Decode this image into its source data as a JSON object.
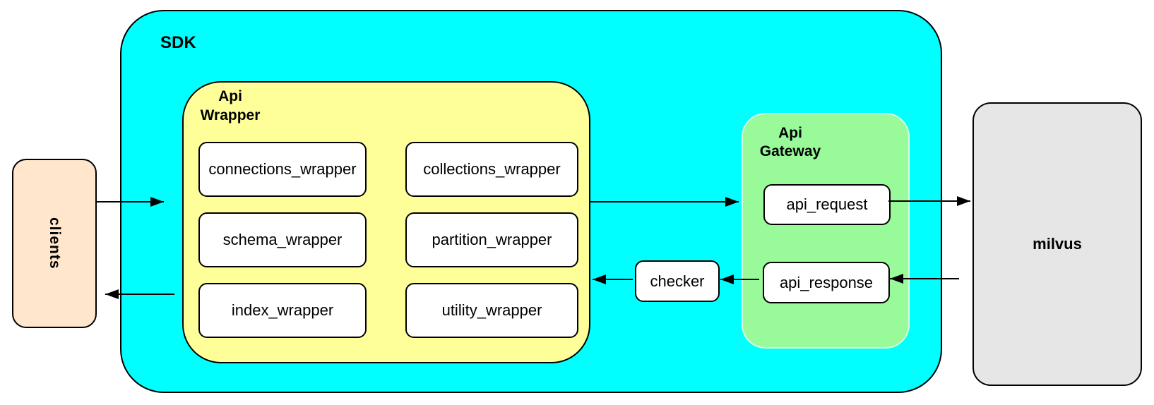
{
  "colors": {
    "sdk_fill": "#00FFFF",
    "api_wrapper_fill": "#FFFF99",
    "api_gateway_fill": "#99FA99",
    "clients_fill": "#FFE6CC",
    "milvus_fill": "#E6E6E6",
    "leaf_fill": "#FFFFFF",
    "border": "#000000"
  },
  "nodes": {
    "clients": {
      "label": "clients"
    },
    "sdk": {
      "label": "SDK"
    },
    "api_wrapper": {
      "label": "Api\nWrapper"
    },
    "connections_wrapper": {
      "label": "connections_wrapper"
    },
    "collections_wrapper": {
      "label": "collections_wrapper"
    },
    "schema_wrapper": {
      "label": "schema_wrapper"
    },
    "partition_wrapper": {
      "label": "partition_wrapper"
    },
    "index_wrapper": {
      "label": "index_wrapper"
    },
    "utility_wrapper": {
      "label": "utility_wrapper"
    },
    "checker": {
      "label": "checker"
    },
    "api_gateway": {
      "label": "Api\nGateway"
    },
    "api_request": {
      "label": "api_request"
    },
    "api_response": {
      "label": "api_response"
    },
    "milvus": {
      "label": "milvus"
    }
  },
  "edges": [
    {
      "from": "clients",
      "to": "SDK"
    },
    {
      "from": "Api Wrapper",
      "to": "Api Gateway"
    },
    {
      "from": "api_request",
      "to": "milvus"
    },
    {
      "from": "milvus",
      "to": "api_response"
    },
    {
      "from": "api_response",
      "to": "checker"
    },
    {
      "from": "checker",
      "to": "Api Wrapper"
    },
    {
      "from": "Api Wrapper",
      "to": "clients"
    }
  ]
}
